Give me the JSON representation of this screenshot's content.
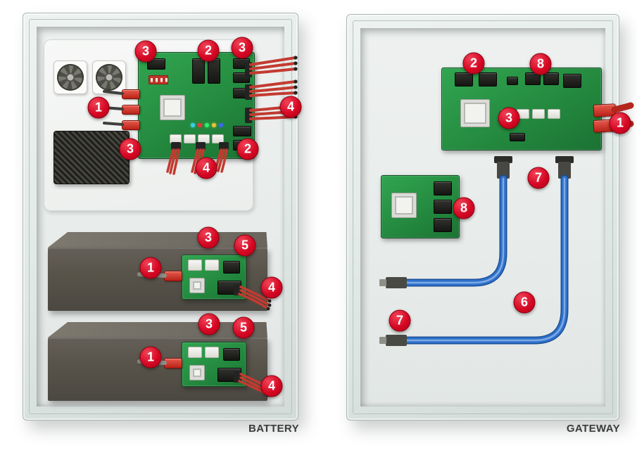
{
  "figure": {
    "battery": {
      "label": "BATTERY",
      "callouts": [
        "3",
        "2",
        "3",
        "1",
        "4",
        "3",
        "2",
        "4",
        "3",
        "5",
        "1",
        "4",
        "3",
        "5",
        "1",
        "4"
      ]
    },
    "gateway": {
      "label": "GATEWAY",
      "callouts": [
        "2",
        "8",
        "3",
        "1",
        "8",
        "7",
        "7",
        "6"
      ]
    },
    "colors": {
      "badge_red": "#d60824",
      "pcb_green": "#23883e",
      "cable_blue": "#2e72cc",
      "battery_gray": "#575349"
    }
  }
}
